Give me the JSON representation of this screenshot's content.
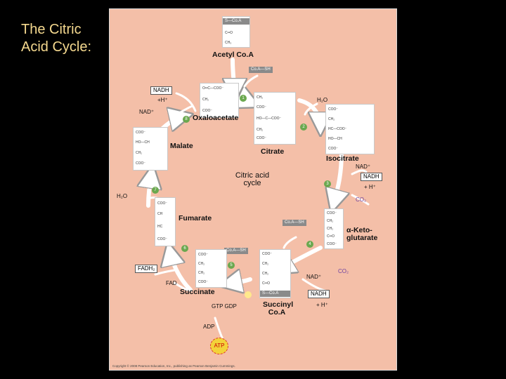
{
  "slide": {
    "title": "The Citric Acid Cycle:"
  },
  "diagram": {
    "center_label": "Citric acid cycle",
    "molecules": {
      "acetyl_coa": "Acetyl Co.A",
      "oxaloacetate": "Oxaloacetate",
      "citrate": "Citrate",
      "isocitrate": "Isocitrate",
      "alpha_ketoglutarate": "α-Keto-glutarate",
      "succinyl_coa": "Succinyl Co.A",
      "succinate": "Succinate",
      "fumarate": "Fumarate",
      "malate": "Malate"
    },
    "cofactors": {
      "coa_sh": "Co.A—SH",
      "coa_sh_2": "Co.A—SH",
      "coa_sh_3": "Co.A—SH",
      "nadh_1": "NADH",
      "h_plus_1": "+H⁺",
      "nad_1": "NAD⁺",
      "h2o_1": "H₂O",
      "nad_2": "NAD⁺",
      "nadh_2": "NADH",
      "h_plus_2": "+ H⁺",
      "co2_1": "CO₂",
      "co2_2": "CO₂",
      "nad_3": "NAD⁺",
      "nadh_3": "NADH",
      "h_plus_3": "+ H⁺",
      "gtp_gdp": "GTP GDP",
      "adp": "ADP",
      "atp": "ATP",
      "fadh2": "FADH₂",
      "fad": "FAD",
      "h2o_2": "H₂O"
    },
    "steps": [
      "1",
      "2",
      "3",
      "4",
      "5",
      "6",
      "7",
      "8"
    ],
    "structures": {
      "acetyl_coa": [
        "S—Co.A",
        "C═O",
        "CH₃"
      ],
      "oxaloacetate": [
        "O═C—COO⁻",
        "CH₂",
        "COO⁻"
      ],
      "citrate": [
        "CH₂",
        "COO⁻",
        "HO—C—COO⁻",
        "CH₂",
        "COO⁻"
      ],
      "isocitrate": [
        "COO⁻",
        "CH₂",
        "HC—COO⁻",
        "HO—CH",
        "COO⁻"
      ],
      "alpha_ketoglutarate": [
        "COO⁻",
        "CH₂",
        "CH₂",
        "C═O",
        "COO⁻"
      ],
      "succinyl_coa": [
        "COO⁻",
        "CH₂",
        "CH₂",
        "C═O",
        "S—Co.A"
      ],
      "succinate": [
        "COO⁻",
        "CH₂",
        "CH₂",
        "COO⁻"
      ],
      "fumarate": [
        "COO⁻",
        "CH",
        "HC",
        "COO⁻"
      ],
      "malate": [
        "COO⁻",
        "HO—CH",
        "CH₂",
        "COO⁻"
      ]
    },
    "copyright": "Copyright © 2008 Pearson Education, Inc., publishing as Pearson Benjamin Cummings."
  },
  "colors": {
    "background": "#000000",
    "figure_bg": "#f4bfa8",
    "title": "#f5d98f",
    "arrow": "#ffffff",
    "step_badge": "#6aa84f"
  }
}
